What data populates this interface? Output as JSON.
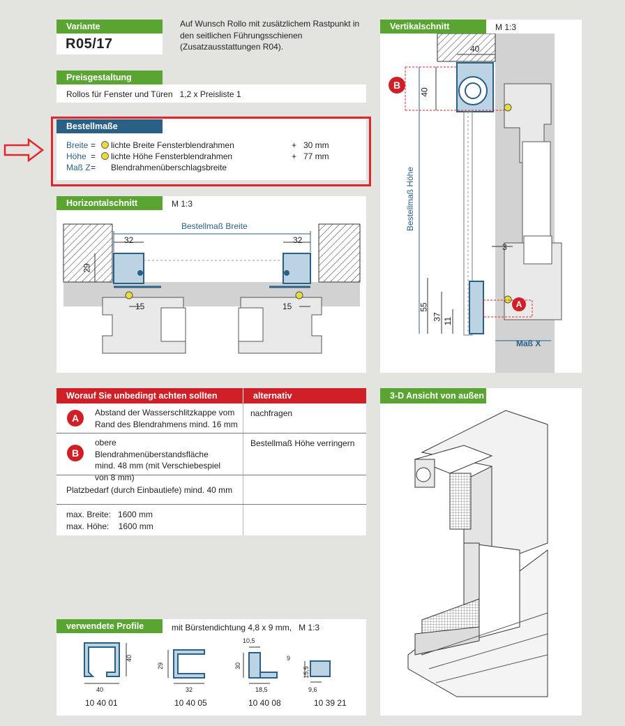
{
  "variant": {
    "label": "Variante",
    "code": "R05/17",
    "note": "Auf Wunsch Rollo mit zusätzlichem Rastpunkt in den seitlichen Führungsschienen (Zusatzausstattungen R04)."
  },
  "price": {
    "label": "Preisgestaltung",
    "text": "Rollos für Fenster und Türen   1,2 x Preisliste 1"
  },
  "order": {
    "label": "Bestellmaße",
    "rows": [
      {
        "term": "Breite",
        "eq": "=",
        "text": "lichte Breite Fensterblendrahmen",
        "plus": "+",
        "value": "30 mm"
      },
      {
        "term": "Höhe",
        "eq": "=",
        "text": "lichte Höhe Fensterblendrahmen",
        "plus": "+",
        "value": "77 mm"
      },
      {
        "term": "Maß Z",
        "eq": "=",
        "text": "Blendrahmenüberschlagsbreite",
        "plus": "",
        "value": ""
      }
    ]
  },
  "horizontal": {
    "label": "Horizontalschnitt",
    "scale": "M 1:3",
    "dims": {
      "width": "Bestellmaß Breite",
      "d32": "32",
      "d29": "29",
      "d15": "15"
    }
  },
  "vertical": {
    "label": "Vertikalschnitt",
    "scale": "M 1:3",
    "dims": {
      "d40top": "40",
      "d40side": "40",
      "height": "Bestellmaß Höhe",
      "d3": "3",
      "d55": "55",
      "d37": "37",
      "d11": "11",
      "masx": "Maß X",
      "B": "B",
      "A": "A"
    }
  },
  "notes": {
    "head1": "Worauf Sie unbedingt achten sollten",
    "head2": "alternativ",
    "rows": [
      {
        "marker": "A",
        "text": "Abstand der Wasserschlitzkappe vom Rand des Blendrahmens mind. 16 mm",
        "alt": "nachfragen"
      },
      {
        "marker": "B",
        "text": "obere Blendrahmenüberstandsfläche mind. 48 mm (mit Verschiebespiel von 8 mm)",
        "alt": "Bestellmaß Höhe verringern"
      },
      {
        "marker": "",
        "text": "Platzbedarf (durch Einbautiefe) mind. 40 mm",
        "alt": ""
      },
      {
        "marker": "",
        "text": "max. Breite:   1600 mm\nmax. Höhe:    1600 mm",
        "alt": ""
      }
    ]
  },
  "view3d": {
    "label": "3-D Ansicht von außen"
  },
  "profiles": {
    "label": "verwendete Profile",
    "note": "mit Bürstendichtung 4,8 x 9 mm,   M 1:3",
    "items": [
      {
        "code": "10 40 01",
        "dims": [
          "40",
          "40"
        ]
      },
      {
        "code": "10 40 05",
        "dims": [
          "29",
          "32"
        ]
      },
      {
        "code": "10 40 08",
        "dims": [
          "10,5",
          "30",
          "9",
          "18,5"
        ]
      },
      {
        "code": "10 39 21",
        "dims": [
          "15,5",
          "9,6"
        ]
      }
    ]
  },
  "colors": {
    "green": "#5aa532",
    "blue": "#2a5f86",
    "red": "#cf2027",
    "page": "#e3e3df"
  }
}
